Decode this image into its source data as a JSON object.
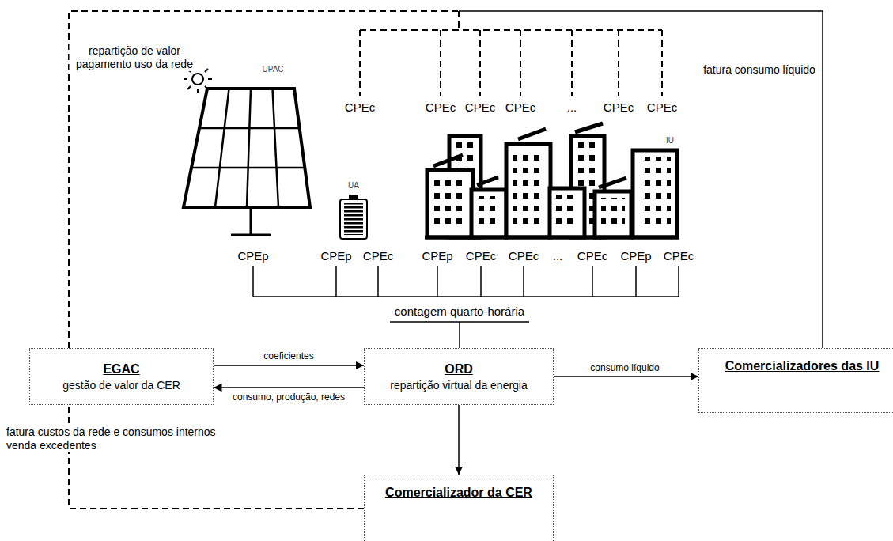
{
  "diagram": {
    "nodes": [
      {
        "text": [
          "EGAC",
          "gestão de valor da CER"
        ]
      },
      {
        "text": [
          "ORD",
          "repartição virtual da energia"
        ]
      },
      {
        "text": [
          "Comercializadores das IU"
        ]
      },
      {
        "text": [
          "Comercializador da CER"
        ]
      }
    ],
    "edges": [
      {
        "from": 0,
        "to": 1,
        "label": "coeficientes",
        "arrow": "to"
      },
      {
        "from": 1,
        "to": 0,
        "label": "consumo, produção, redes",
        "arrow": "to"
      },
      {
        "from": 1,
        "to": 2,
        "label": "consumo líquido",
        "arrow": "to"
      },
      {
        "from": 1,
        "to": 3,
        "arrow": "to"
      },
      {
        "from": 3,
        "to": 0,
        "label": "fatura custos da rede e consumos internos venda excedentes",
        "arrow": "none"
      },
      {
        "from": 0,
        "to": 2,
        "arrow": "none"
      }
    ],
    "labels": [
      "repartição de valor pagamento uso da rede",
      "fatura consumo líquido",
      "CPEc",
      "CPEc",
      "CPEc",
      "CPEc",
      "...",
      "CPEc",
      "CPEc",
      "UPAC",
      "UA",
      "IU",
      "CPEp",
      "CPEp",
      "CPEc",
      "CPEp",
      "CPEc",
      "CPEc",
      "...",
      "CPEc",
      "CPEp",
      "CPEc",
      "contagem quarto-horária"
    ]
  }
}
